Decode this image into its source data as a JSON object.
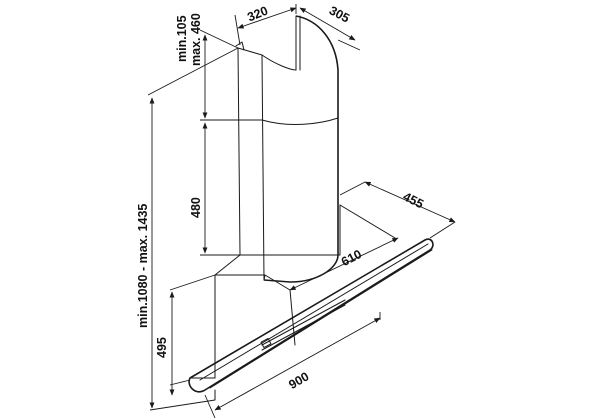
{
  "dimensions": {
    "chimney_width": "320",
    "chimney_depth": "305",
    "chimney_top_min": "min.105",
    "chimney_top_max": "max. 460",
    "chimney_lower": "480",
    "total_height": "min.1080 - max. 1435",
    "canopy_depth": "455",
    "canopy_inner": "610",
    "canopy_height": "495",
    "canopy_width": "900"
  }
}
